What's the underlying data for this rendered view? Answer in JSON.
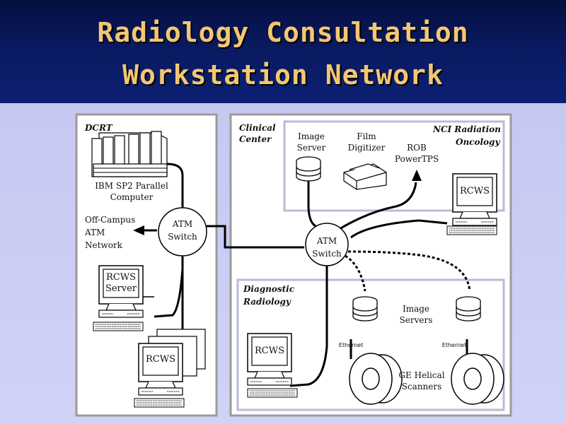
{
  "title": {
    "line1": "Radiology Consultation",
    "line2": "Workstation Network"
  },
  "sections": {
    "dcrt": "DCRT",
    "clinical_center": [
      "Clinical",
      "Center"
    ],
    "nci": [
      "NCI Radiation",
      "Oncology"
    ],
    "diagnostic": [
      "Diagnostic",
      "Radiology"
    ]
  },
  "nodes": {
    "ibm": [
      "IBM SP2 Parallel",
      "Computer"
    ],
    "offcampus": [
      "Off-Campus",
      "ATM",
      "Network"
    ],
    "atm_left": [
      "ATM",
      "Switch"
    ],
    "atm_center": [
      "ATM",
      "Switch"
    ],
    "image_server_top": [
      "Image",
      "Server"
    ],
    "film_digitizer": [
      "Film",
      "Digitizer"
    ],
    "rob": [
      "ROB",
      "PowerTPS"
    ],
    "rcws_server": [
      "RCWS",
      "Server"
    ],
    "rcws": "RCWS",
    "image_servers": [
      "Image",
      "Servers"
    ],
    "ethernet": "Ethernet",
    "ge_scanners": [
      "GE Helical",
      "Scanners"
    ]
  },
  "colors": {
    "accent": "#f2c774",
    "title_bg": "#0a1a62",
    "panel_bg": "#ffffff",
    "panel_border": "#9a9a9a",
    "inner_border": "#b8bbd8"
  }
}
